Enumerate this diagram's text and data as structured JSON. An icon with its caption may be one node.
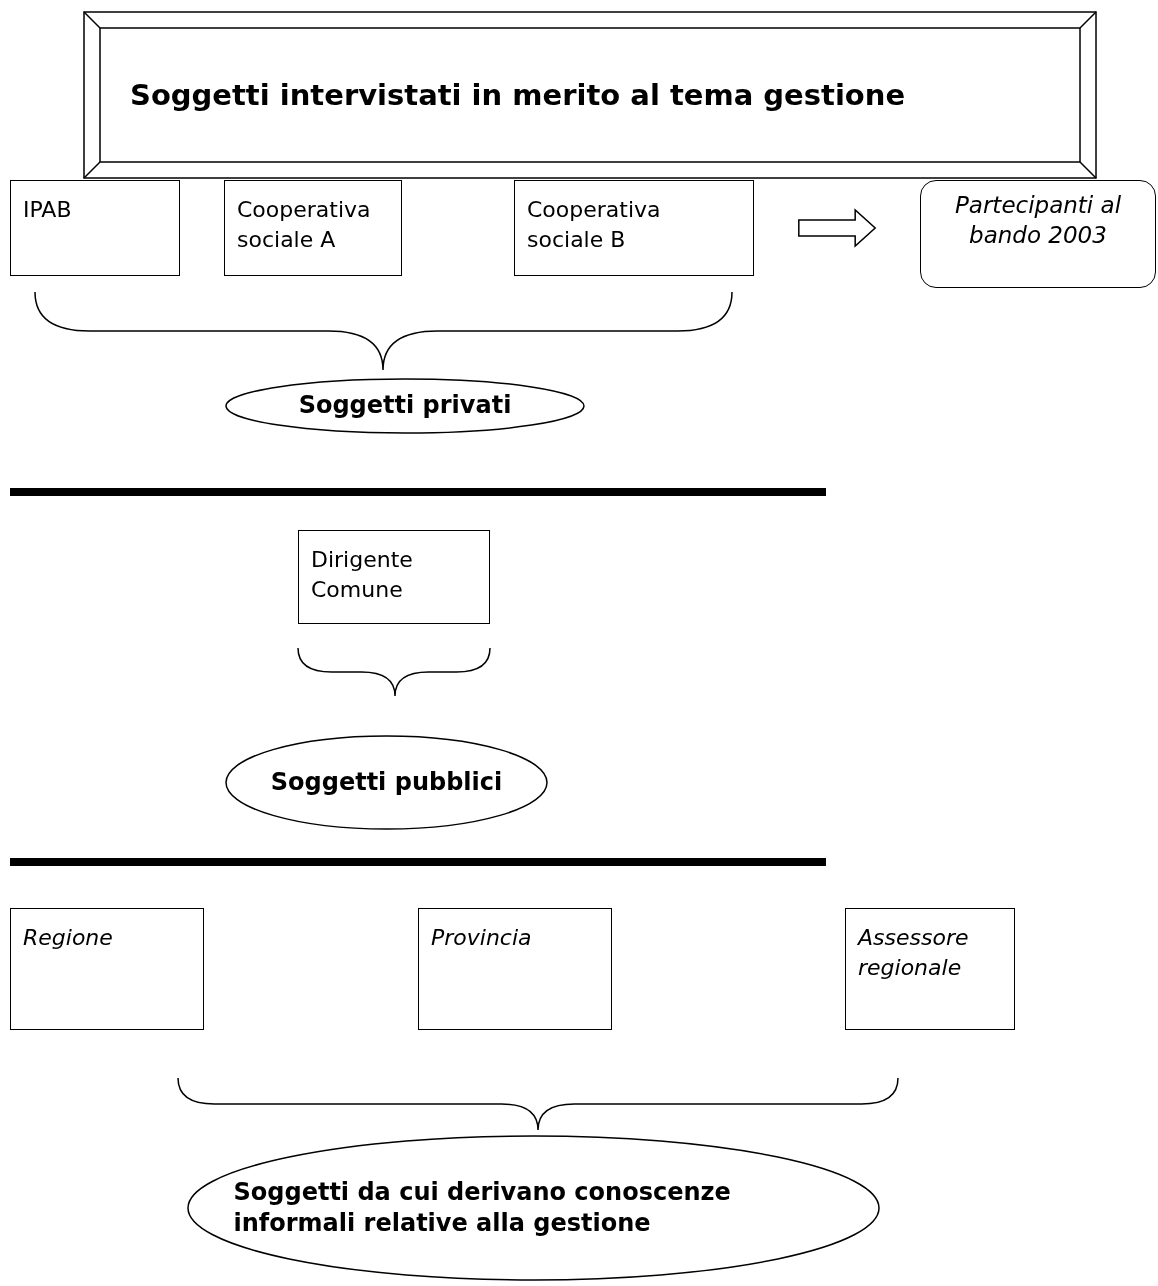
{
  "diagram": {
    "title": "Soggetti intervistati in merito al tema gestione",
    "nodes": [
      {
        "text": [
          "IPAB"
        ]
      },
      {
        "text": [
          "Cooperativa sociale A"
        ]
      },
      {
        "text": [
          "Cooperativa sociale B"
        ]
      },
      {
        "text": [
          "Partecipanti al bando 2003"
        ]
      },
      {
        "text": [
          "Soggetti privati"
        ]
      },
      {
        "text": [
          "Dirigente Comune"
        ]
      },
      {
        "text": [
          "Soggetti pubblici"
        ]
      },
      {
        "text": [
          "Regione"
        ]
      },
      {
        "text": [
          "Provincia"
        ]
      },
      {
        "text": [
          "Assessore regionale"
        ]
      },
      {
        "text": [
          "Soggetti da cui derivano conoscenze informali relative alla gestione"
        ]
      }
    ],
    "edges": [
      {
        "from": 2,
        "to": 3,
        "arrow": "to"
      }
    ]
  }
}
